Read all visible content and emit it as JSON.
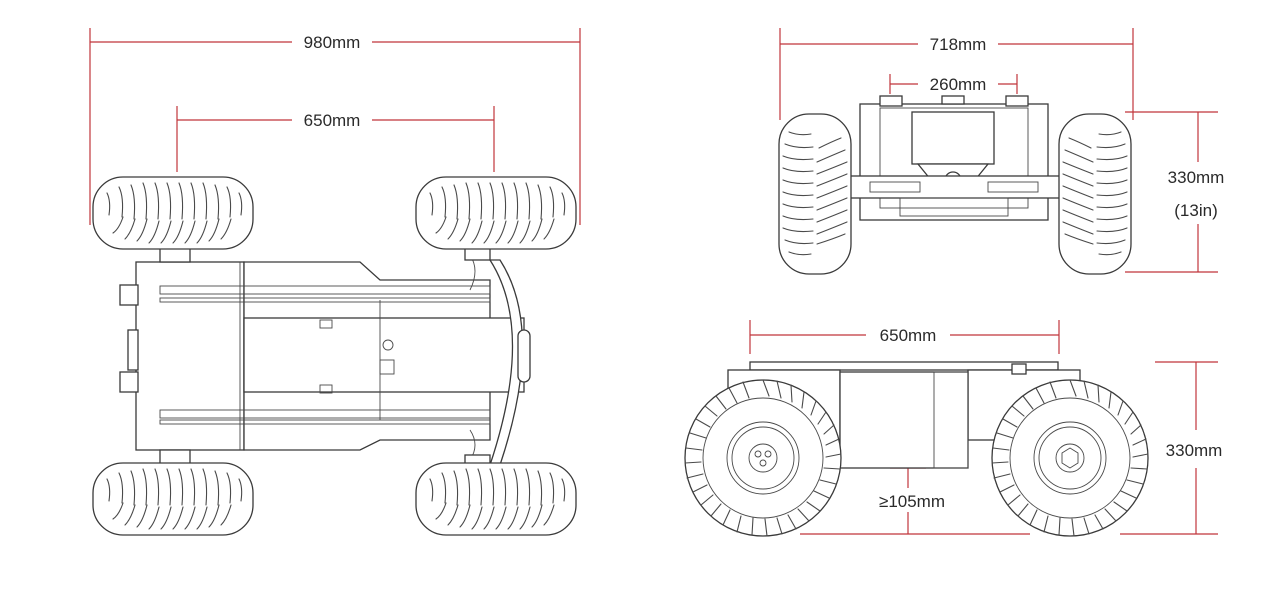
{
  "diagram": {
    "top_view": {
      "overall_length": "980mm",
      "wheelbase": "650mm"
    },
    "front_view": {
      "overall_width": "718mm",
      "mount_spacing": "260mm",
      "height": "330mm",
      "height_imperial": "(13in)"
    },
    "side_view": {
      "wheelbase": "650mm",
      "height": "330mm",
      "ground_clearance": "≥105mm"
    },
    "colors": {
      "dimension_line": "#c0353b",
      "outline": "#3a3a3a"
    }
  }
}
